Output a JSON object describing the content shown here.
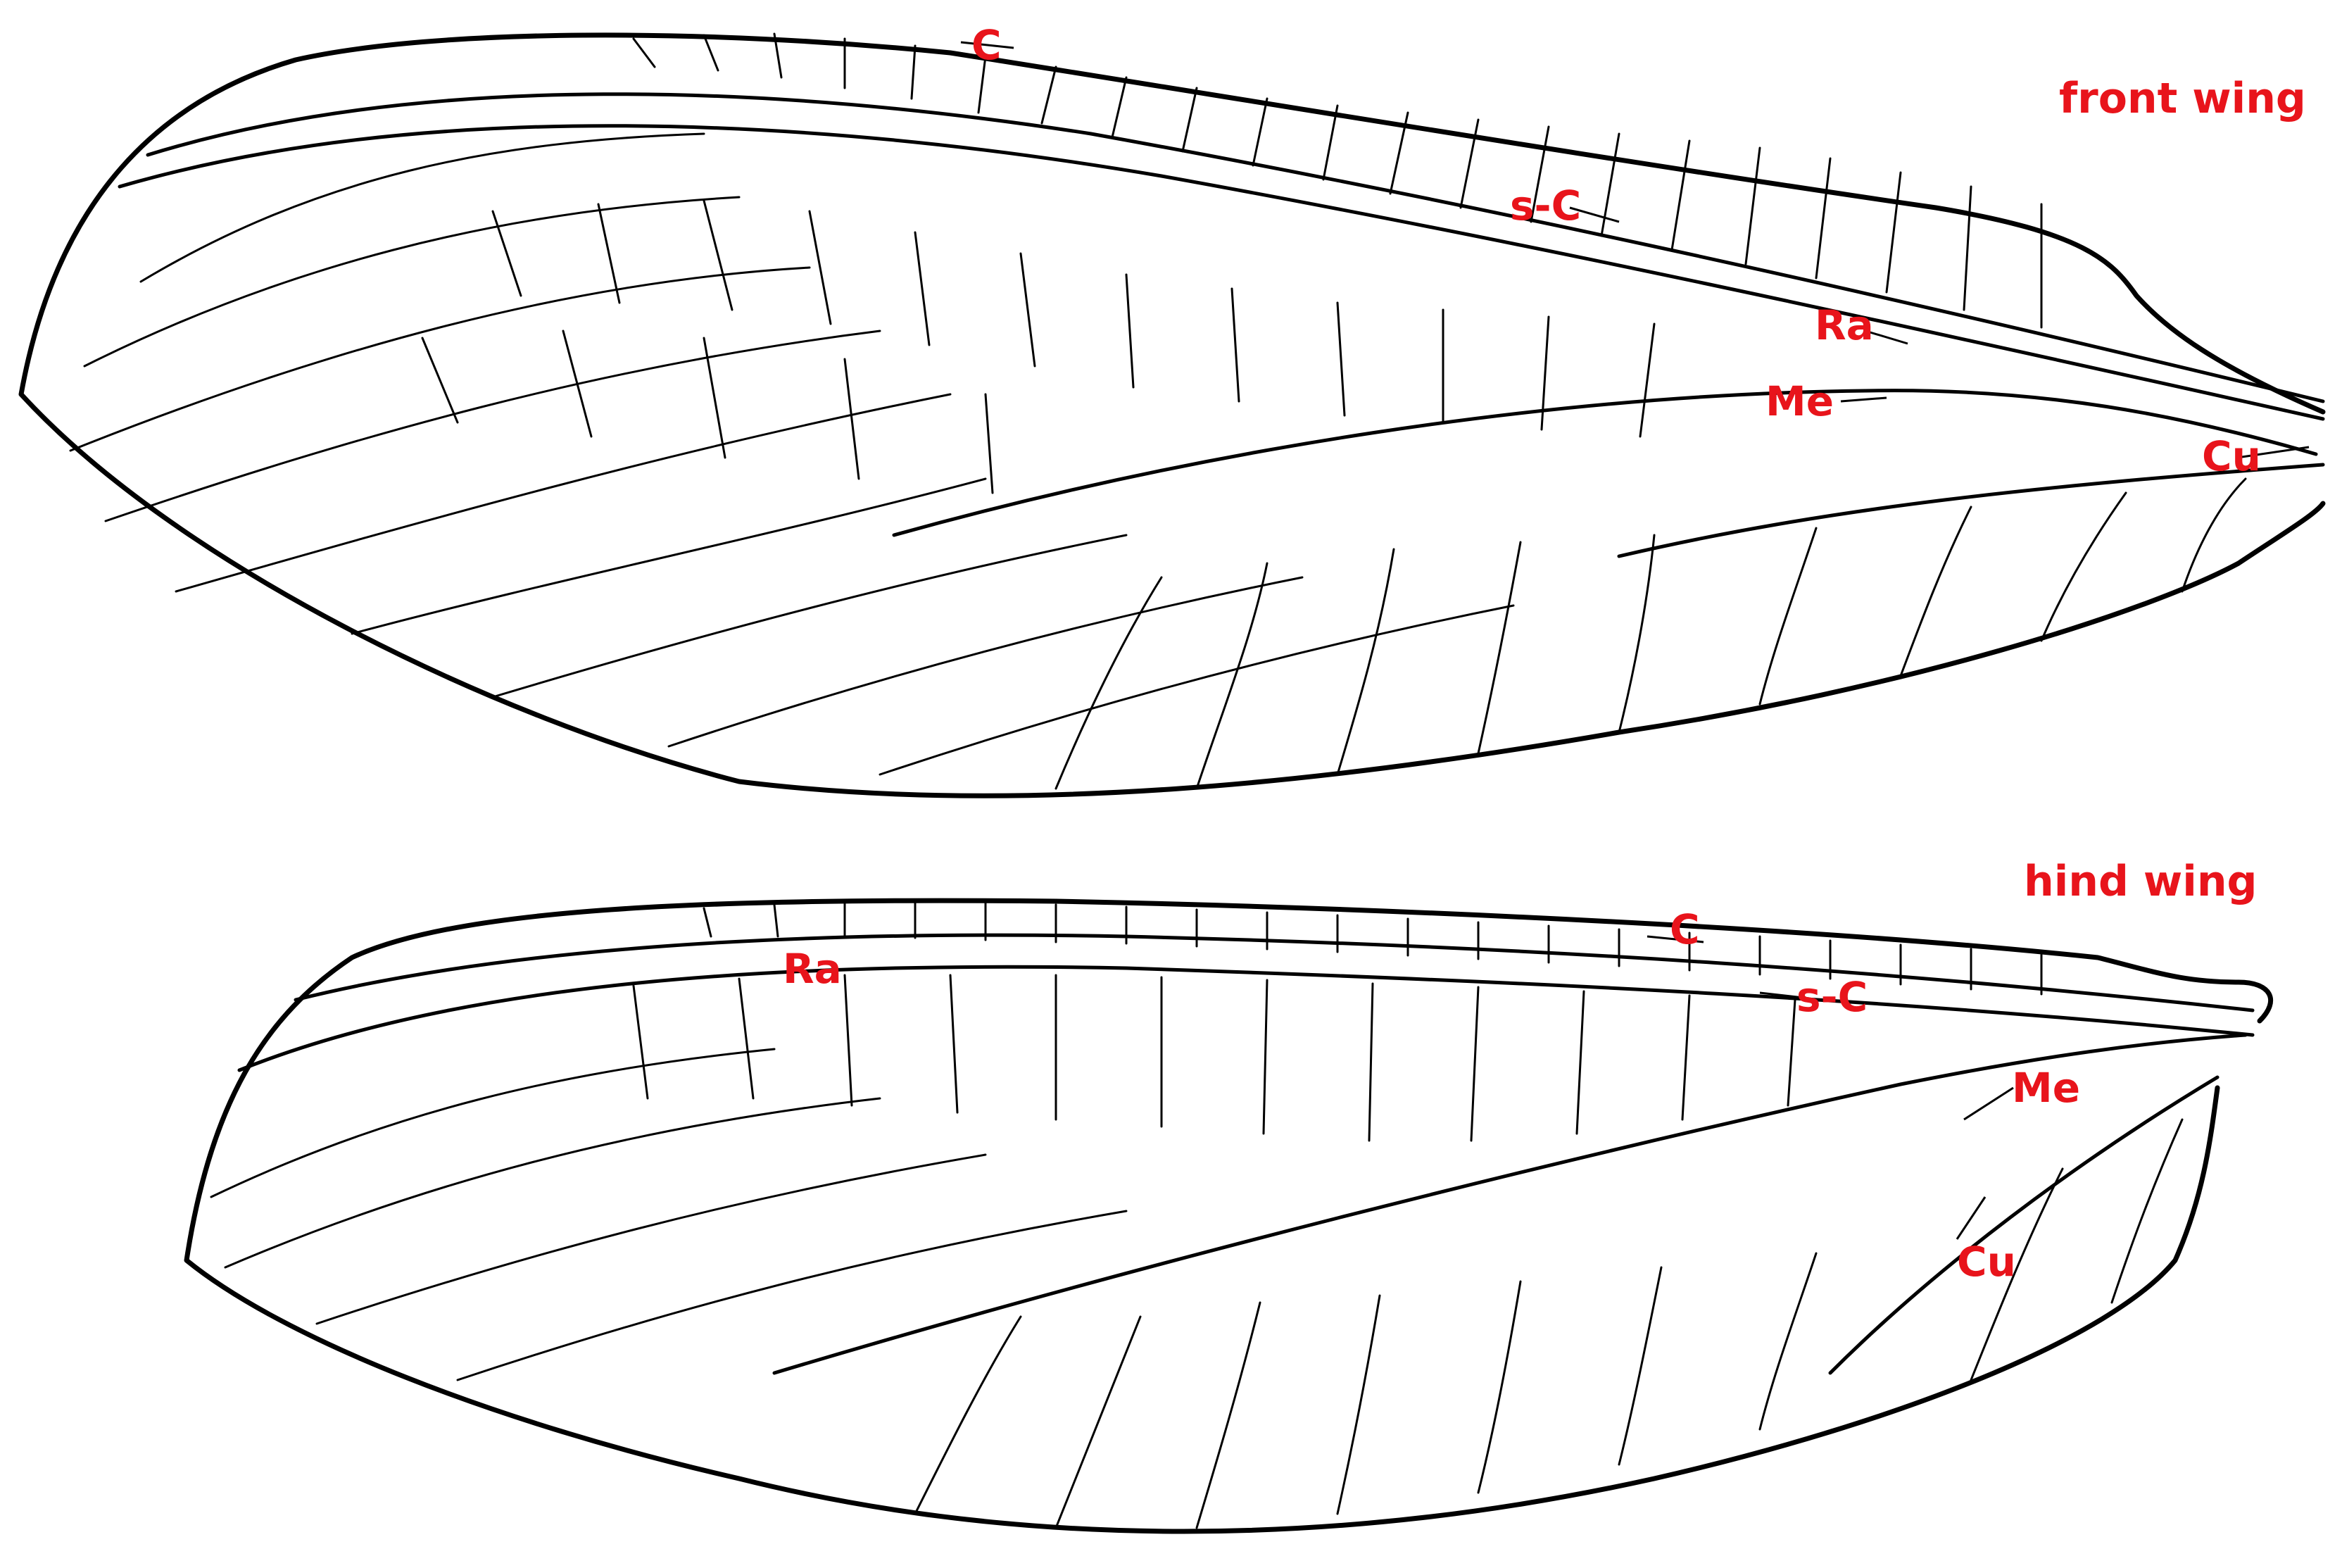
{
  "colors": {
    "label": "#e8141b",
    "line": "#000000",
    "background": "#ffffff"
  },
  "front_wing": {
    "title": "front wing",
    "labels": {
      "c": "C",
      "sc": "s-C",
      "ra": "Ra",
      "me": "Me",
      "cu": "Cu"
    }
  },
  "hind_wing": {
    "title": "hind wing",
    "labels": {
      "c": "C",
      "sc": "s-C",
      "ra": "Ra",
      "me": "Me",
      "cu": "Cu"
    }
  }
}
